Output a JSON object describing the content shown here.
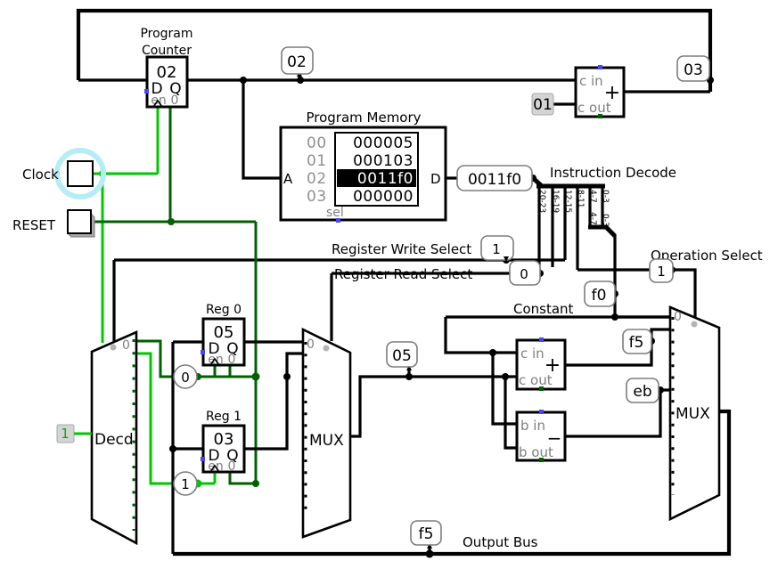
{
  "colors": {
    "wire_active": "#00c800",
    "wire_inactive": "#006000",
    "bus": "#000000",
    "probe_border": "#7d7d7d",
    "gray_label": "#808080",
    "constant_bg": "#d4d4d4",
    "clock_halo": "#b4eef4",
    "pin_blue": "#4646ff",
    "selected_row_bg": "#000000"
  },
  "clock": {
    "label": "Clock"
  },
  "reset": {
    "label": "RESET"
  },
  "program_counter": {
    "title_line1": "Program",
    "title_line2": "Counter",
    "value": "02",
    "d": "D",
    "q": "Q",
    "en": "en",
    "init": "0"
  },
  "pc_probe": {
    "value": "02"
  },
  "increment_adder": {
    "c_in": "c in",
    "c_out": "c out",
    "op": "+",
    "constant": "01",
    "result_probe": "03"
  },
  "program_memory": {
    "title": "Program Memory",
    "a_label": "A",
    "d_label": "D",
    "sel_label": "sel",
    "rows": [
      {
        "addr": "00",
        "value": "000005",
        "selected": false
      },
      {
        "addr": "01",
        "value": "000103",
        "selected": false
      },
      {
        "addr": "02",
        "value": "0011f0",
        "selected": true
      },
      {
        "addr": "03",
        "value": "000000",
        "selected": false
      }
    ],
    "data_probe": "0011f0"
  },
  "instruction_decode": {
    "title": "Instruction Decode",
    "fields": [
      "20-23",
      "16-19",
      "12-15",
      "8-11",
      "4-7",
      "0-3"
    ],
    "subfields": [
      "4-7",
      "0-3"
    ]
  },
  "signals": {
    "register_write_select": {
      "label": "Register Write Select",
      "value": "1"
    },
    "register_read_select": {
      "label": "Register Read Select",
      "value": "0"
    },
    "operation_select": {
      "label": "Operation Select",
      "value": "1"
    },
    "constant": {
      "label": "Constant",
      "value": "f0"
    }
  },
  "decoder": {
    "label": "Decd",
    "input_constant": "1",
    "out0_label": "0",
    "out0_probe": "0",
    "out1_probe": "1"
  },
  "reg0": {
    "title": "Reg 0",
    "value": "05",
    "d": "D",
    "q": "Q",
    "en": "en",
    "init": "0"
  },
  "reg1": {
    "title": "Reg 1",
    "value": "03",
    "d": "D",
    "q": "Q",
    "en": "en",
    "init": "0"
  },
  "mux_read": {
    "label": "MUX",
    "sel0_label": "0"
  },
  "mux_result": {
    "label": "MUX",
    "sel0_label": "0"
  },
  "mux_read_probe": "05",
  "alu": {
    "adder": {
      "c_in": "c in",
      "c_out": "c out",
      "op": "+",
      "result_probe": "f5"
    },
    "subtractor": {
      "b_in": "b in",
      "b_out": "b out",
      "op": "−",
      "result_probe": "eb"
    }
  },
  "output_bus": {
    "label": "Output Bus",
    "probe": "f5"
  }
}
